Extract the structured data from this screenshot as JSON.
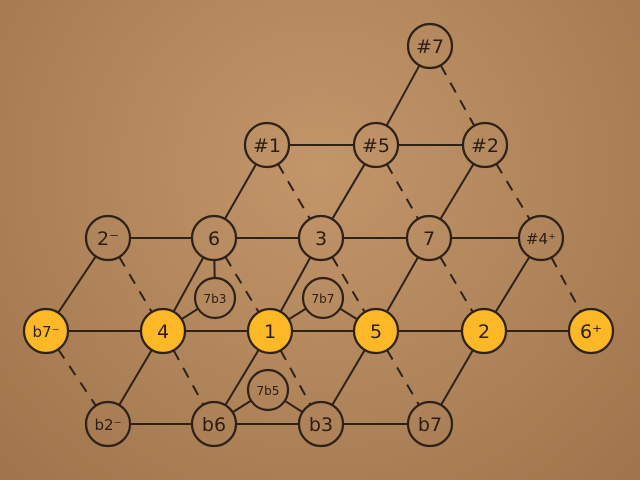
{
  "colors": {
    "highlight_fill": "#fdb827",
    "plain_fill": "none",
    "ink": "#2e2118"
  },
  "nodes": {
    "sharp7": {
      "label": "#7",
      "highlighted": false
    },
    "sharp1": {
      "label": "#1",
      "highlighted": false
    },
    "sharp5": {
      "label": "#5",
      "highlighted": false
    },
    "sharp2": {
      "label": "#2",
      "highlighted": false
    },
    "two_minus": {
      "label": "2⁻",
      "highlighted": false
    },
    "six": {
      "label": "6",
      "highlighted": false
    },
    "three": {
      "label": "3",
      "highlighted": false
    },
    "seven": {
      "label": "7",
      "highlighted": false
    },
    "sharp4_plus": {
      "label": "#4⁺",
      "highlighted": false
    },
    "b7_minus": {
      "label": "b7⁻",
      "highlighted": true
    },
    "four": {
      "label": "4",
      "highlighted": true
    },
    "one": {
      "label": "1",
      "highlighted": true
    },
    "five": {
      "label": "5",
      "highlighted": true
    },
    "two": {
      "label": "2",
      "highlighted": true
    },
    "six_plus": {
      "label": "6⁺",
      "highlighted": true
    },
    "b2_minus": {
      "label": "b2⁻",
      "highlighted": false
    },
    "b6": {
      "label": "b6",
      "highlighted": false
    },
    "b3": {
      "label": "b3",
      "highlighted": false
    },
    "b7": {
      "label": "b7",
      "highlighted": false
    },
    "seven_b3": {
      "label": "7b3",
      "highlighted": false
    },
    "seven_b7": {
      "label": "7b7",
      "highlighted": false
    },
    "seven_b5": {
      "label": "7b5",
      "highlighted": false
    }
  },
  "edges": [
    {
      "from": "sharp7",
      "to": "sharp5",
      "style": "solid"
    },
    {
      "from": "sharp7",
      "to": "sharp2",
      "style": "dashed"
    },
    {
      "from": "sharp1",
      "to": "sharp5",
      "style": "solid"
    },
    {
      "from": "sharp5",
      "to": "sharp2",
      "style": "solid"
    },
    {
      "from": "sharp1",
      "to": "six",
      "style": "solid"
    },
    {
      "from": "sharp1",
      "to": "three",
      "style": "dashed"
    },
    {
      "from": "sharp5",
      "to": "three",
      "style": "solid"
    },
    {
      "from": "sharp5",
      "to": "seven",
      "style": "dashed"
    },
    {
      "from": "sharp2",
      "to": "seven",
      "style": "solid"
    },
    {
      "from": "sharp2",
      "to": "sharp4_plus",
      "style": "dashed"
    },
    {
      "from": "two_minus",
      "to": "six",
      "style": "solid"
    },
    {
      "from": "six",
      "to": "three",
      "style": "solid"
    },
    {
      "from": "three",
      "to": "seven",
      "style": "solid"
    },
    {
      "from": "seven",
      "to": "sharp4_plus",
      "style": "solid"
    },
    {
      "from": "two_minus",
      "to": "b7_minus",
      "style": "solid"
    },
    {
      "from": "two_minus",
      "to": "four",
      "style": "dashed"
    },
    {
      "from": "six",
      "to": "four",
      "style": "solid"
    },
    {
      "from": "six",
      "to": "one",
      "style": "dashed"
    },
    {
      "from": "three",
      "to": "one",
      "style": "solid"
    },
    {
      "from": "three",
      "to": "five",
      "style": "dashed"
    },
    {
      "from": "seven",
      "to": "five",
      "style": "solid"
    },
    {
      "from": "seven",
      "to": "two",
      "style": "dashed"
    },
    {
      "from": "sharp4_plus",
      "to": "two",
      "style": "solid"
    },
    {
      "from": "sharp4_plus",
      "to": "six_plus",
      "style": "dashed"
    },
    {
      "from": "b7_minus",
      "to": "four",
      "style": "solid"
    },
    {
      "from": "four",
      "to": "one",
      "style": "solid"
    },
    {
      "from": "one",
      "to": "five",
      "style": "solid"
    },
    {
      "from": "five",
      "to": "two",
      "style": "solid"
    },
    {
      "from": "two",
      "to": "six_plus",
      "style": "solid"
    },
    {
      "from": "b7_minus",
      "to": "b2_minus",
      "style": "dashed"
    },
    {
      "from": "four",
      "to": "b2_minus",
      "style": "solid"
    },
    {
      "from": "four",
      "to": "b6",
      "style": "dashed"
    },
    {
      "from": "one",
      "to": "b6",
      "style": "solid"
    },
    {
      "from": "one",
      "to": "b3",
      "style": "dashed"
    },
    {
      "from": "five",
      "to": "b3",
      "style": "solid"
    },
    {
      "from": "five",
      "to": "b7",
      "style": "dashed"
    },
    {
      "from": "two",
      "to": "b7",
      "style": "solid"
    },
    {
      "from": "b2_minus",
      "to": "b6",
      "style": "solid"
    },
    {
      "from": "b6",
      "to": "b3",
      "style": "solid"
    },
    {
      "from": "b3",
      "to": "b7",
      "style": "solid"
    },
    {
      "from": "six",
      "to": "seven_b3",
      "style": "solid"
    },
    {
      "from": "seven_b3",
      "to": "four",
      "style": "solid"
    },
    {
      "from": "seven_b7",
      "to": "one",
      "style": "solid"
    },
    {
      "from": "seven_b7",
      "to": "five",
      "style": "solid"
    },
    {
      "from": "seven_b5",
      "to": "b6",
      "style": "solid"
    },
    {
      "from": "seven_b5",
      "to": "b3",
      "style": "solid"
    }
  ]
}
